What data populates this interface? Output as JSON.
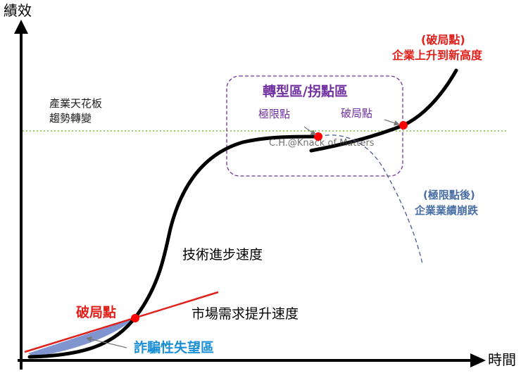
{
  "axes": {
    "y_label": "績效",
    "x_label": "時間"
  },
  "ceiling": {
    "line1": "產業天花板",
    "line2": "趨勢轉變"
  },
  "transition_zone": {
    "title": "轉型區/拐點區",
    "limit_point": "極限點",
    "breakpoint": "破局點",
    "watermark": "C.H.@Knack of Matters"
  },
  "top_breakpoint": {
    "line1": "(破局點)",
    "line2": "企業上升到新高度"
  },
  "collapse": {
    "line1": "(極限點後)",
    "line2": "企業業績崩跌"
  },
  "labels": {
    "tech_speed": "技術進步速度",
    "market_speed": "市場需求提升速度",
    "early_breakpoint": "破局點",
    "deception_zone": "詐騙性失望區"
  },
  "colors": {
    "curve": "#000000",
    "red_point": "#ff0000",
    "red_text": "#e0201b",
    "zone_border": "#7030a0",
    "zone_title": "#7030a0",
    "blue_text": "#4a6fa5",
    "deception_text": "#1a8fd6",
    "deception_fill": "#8094d0",
    "ceiling_line": "#7ac142"
  }
}
